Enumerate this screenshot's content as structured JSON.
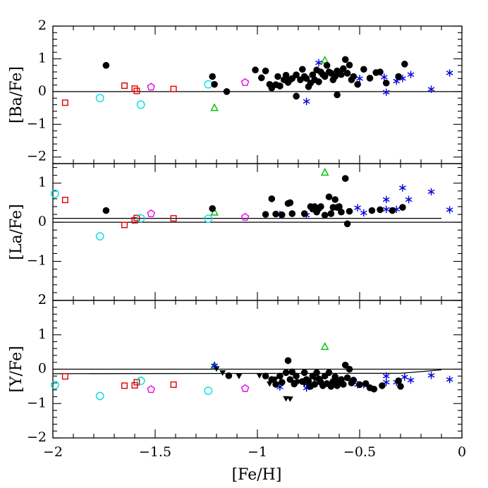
{
  "chart_data": [
    {
      "panel": "top",
      "type": "scatter",
      "ylabel": "[Ba/Fe]",
      "xlim": [
        -2,
        0
      ],
      "ylim": [
        -2.2,
        2
      ],
      "yticks": [
        -2,
        -1,
        0,
        1,
        2
      ],
      "yticklabels": [
        "−2",
        "−1",
        "0",
        "1",
        "2"
      ],
      "reference_lines": [
        {
          "points": [
            [
              -2,
              0
            ],
            [
              0,
              0
            ]
          ]
        }
      ],
      "series": [
        {
          "marker": "open-square",
          "color": "#dd0000",
          "points": [
            [
              -1.94,
              -0.34
            ],
            [
              -1.65,
              0.18
            ],
            [
              -1.6,
              0.09
            ],
            [
              -1.59,
              0.02
            ],
            [
              -1.41,
              0.08
            ]
          ]
        },
        {
          "marker": "open-circle",
          "color": "#00e0e0",
          "points": [
            [
              -1.77,
              -0.2
            ],
            [
              -1.57,
              -0.4
            ],
            [
              -1.24,
              0.22
            ]
          ]
        },
        {
          "marker": "open-pentagon",
          "color": "#ee00ee",
          "points": [
            [
              -1.52,
              0.14
            ],
            [
              -1.06,
              0.28
            ]
          ]
        },
        {
          "marker": "open-triangle",
          "color": "#00bb00",
          "points": [
            [
              -1.21,
              -0.5
            ],
            [
              -0.67,
              0.95
            ]
          ]
        },
        {
          "marker": "asterisk",
          "color": "#0000dd",
          "points": [
            [
              -0.89,
              0.17
            ],
            [
              -0.76,
              -0.3
            ],
            [
              -0.7,
              0.88
            ],
            [
              -0.5,
              0.4
            ],
            [
              -0.38,
              0.44
            ],
            [
              -0.37,
              -0.02
            ],
            [
              -0.32,
              0.32
            ],
            [
              -0.29,
              0.4
            ],
            [
              -0.25,
              0.52
            ],
            [
              -0.15,
              0.07
            ],
            [
              -0.06,
              0.57
            ]
          ]
        },
        {
          "marker": "filled-circle",
          "color": "#000000",
          "points": [
            [
              -1.74,
              0.8
            ],
            [
              -1.22,
              0.46
            ],
            [
              -1.21,
              0.22
            ],
            [
              -1.15,
              0.0
            ],
            [
              -1.01,
              0.66
            ],
            [
              -0.98,
              0.42
            ],
            [
              -0.96,
              0.63
            ],
            [
              -0.94,
              0.22
            ],
            [
              -0.93,
              0.11
            ],
            [
              -0.91,
              0.21
            ],
            [
              -0.9,
              0.46
            ],
            [
              -0.89,
              0.17
            ],
            [
              -0.87,
              0.36
            ],
            [
              -0.86,
              0.5
            ],
            [
              -0.85,
              0.28
            ],
            [
              -0.84,
              0.36
            ],
            [
              -0.83,
              0.4
            ],
            [
              -0.81,
              0.51
            ],
            [
              -0.79,
              0.36
            ],
            [
              -0.78,
              0.68
            ],
            [
              -0.77,
              0.46
            ],
            [
              -0.76,
              0.4
            ],
            [
              -0.75,
              0.15
            ],
            [
              -0.74,
              0.26
            ],
            [
              -0.73,
              0.51
            ],
            [
              -0.72,
              0.36
            ],
            [
              -0.71,
              0.66
            ],
            [
              -0.7,
              0.3
            ],
            [
              -0.69,
              0.6
            ],
            [
              -0.68,
              0.52
            ],
            [
              -0.67,
              0.46
            ],
            [
              -0.66,
              0.8
            ],
            [
              -0.65,
              0.6
            ],
            [
              -0.64,
              0.56
            ],
            [
              -0.63,
              0.36
            ],
            [
              -0.62,
              0.46
            ],
            [
              -0.61,
              0.63
            ],
            [
              -0.6,
              0.58
            ],
            [
              -0.59,
              0.52
            ],
            [
              -0.58,
              0.7
            ],
            [
              -0.57,
              0.98
            ],
            [
              -0.56,
              0.56
            ],
            [
              -0.55,
              0.81
            ],
            [
              -0.54,
              0.36
            ],
            [
              -0.53,
              0.46
            ],
            [
              -0.51,
              0.22
            ],
            [
              -0.48,
              0.68
            ],
            [
              -0.45,
              0.41
            ],
            [
              -0.42,
              0.58
            ],
            [
              -0.4,
              0.6
            ],
            [
              -0.37,
              0.26
            ],
            [
              -0.31,
              0.46
            ],
            [
              -0.28,
              0.84
            ],
            [
              -0.81,
              -0.14
            ],
            [
              -0.61,
              -0.1
            ]
          ]
        }
      ]
    },
    {
      "panel": "middle",
      "type": "scatter",
      "ylabel": "[La/Fe]",
      "xlim": [
        -2,
        0
      ],
      "ylim": [
        -2,
        1.5
      ],
      "yticks": [
        -2,
        -1,
        0,
        1
      ],
      "yticklabels": [
        "2",
        "−1",
        "0",
        "1"
      ],
      "reference_lines": [
        {
          "points": [
            [
              -2,
              0.1
            ],
            [
              -0.1,
              0.1
            ]
          ]
        },
        {
          "points": [
            [
              -2,
              0.0
            ],
            [
              0,
              0.0
            ]
          ]
        }
      ],
      "series": [
        {
          "marker": "open-square",
          "color": "#dd0000",
          "points": [
            [
              -1.94,
              0.57
            ],
            [
              -1.65,
              -0.07
            ],
            [
              -1.6,
              0.05
            ],
            [
              -1.59,
              0.11
            ],
            [
              -1.41,
              0.1
            ]
          ]
        },
        {
          "marker": "open-circle",
          "color": "#00e0e0",
          "points": [
            [
              -1.99,
              0.73
            ],
            [
              -1.77,
              -0.36
            ],
            [
              -1.57,
              0.1
            ],
            [
              -1.24,
              0.09
            ]
          ]
        },
        {
          "marker": "open-pentagon",
          "color": "#ee00ee",
          "points": [
            [
              -1.52,
              0.22
            ],
            [
              -1.06,
              0.13
            ]
          ]
        },
        {
          "marker": "open-triangle",
          "color": "#00bb00",
          "points": [
            [
              -1.21,
              0.25
            ],
            [
              -0.67,
              1.27
            ]
          ]
        },
        {
          "marker": "asterisk",
          "color": "#0000dd",
          "points": [
            [
              -0.89,
              0.2
            ],
            [
              -0.76,
              0.18
            ],
            [
              -0.51,
              0.37
            ],
            [
              -0.48,
              0.24
            ],
            [
              -0.37,
              0.58
            ],
            [
              -0.37,
              0.33
            ],
            [
              -0.32,
              0.33
            ],
            [
              -0.29,
              0.88
            ],
            [
              -0.26,
              0.58
            ],
            [
              -0.15,
              0.78
            ],
            [
              -0.06,
              0.32
            ]
          ]
        },
        {
          "marker": "filled-circle",
          "color": "#000000",
          "points": [
            [
              -1.74,
              0.3
            ],
            [
              -1.22,
              0.35
            ],
            [
              -0.96,
              0.2
            ],
            [
              -0.93,
              0.6
            ],
            [
              -0.91,
              0.21
            ],
            [
              -0.88,
              0.19
            ],
            [
              -0.85,
              0.48
            ],
            [
              -0.84,
              0.5
            ],
            [
              -0.83,
              0.22
            ],
            [
              -0.77,
              0.22
            ],
            [
              -0.74,
              0.4
            ],
            [
              -0.73,
              0.34
            ],
            [
              -0.72,
              0.4
            ],
            [
              -0.71,
              0.26
            ],
            [
              -0.7,
              0.35
            ],
            [
              -0.69,
              0.4
            ],
            [
              -0.67,
              0.18
            ],
            [
              -0.65,
              0.65
            ],
            [
              -0.64,
              0.22
            ],
            [
              -0.63,
              0.38
            ],
            [
              -0.62,
              0.58
            ],
            [
              -0.61,
              0.38
            ],
            [
              -0.6,
              0.4
            ],
            [
              -0.59,
              0.26
            ],
            [
              -0.57,
              1.12
            ],
            [
              -0.56,
              -0.04
            ],
            [
              -0.55,
              0.28
            ],
            [
              -0.44,
              0.3
            ],
            [
              -0.4,
              0.32
            ],
            [
              -0.34,
              0.3
            ],
            [
              -0.29,
              0.38
            ]
          ]
        }
      ]
    },
    {
      "panel": "bottom",
      "type": "scatter",
      "ylabel": "[Y/Fe]",
      "xlabel": "[Fe/H]",
      "xlim": [
        -2,
        0
      ],
      "ylim": [
        -2,
        2
      ],
      "xticks": [
        -2,
        -1.5,
        -1,
        -0.5,
        0
      ],
      "xticklabels": [
        "−2",
        "−1.5",
        "−1",
        "−0.5",
        "0"
      ],
      "yticks": [
        -2,
        -1,
        0,
        1,
        2
      ],
      "yticklabels": [
        "−2",
        "−1",
        "0",
        "1",
        "2"
      ],
      "reference_lines": [
        {
          "points": [
            [
              -2,
              0.0
            ],
            [
              0,
              0.0
            ]
          ]
        },
        {
          "points": [
            [
              -2,
              -0.13
            ],
            [
              -0.3,
              -0.12
            ],
            [
              -0.1,
              -0.02
            ]
          ]
        }
      ],
      "series": [
        {
          "marker": "open-square",
          "color": "#dd0000",
          "points": [
            [
              -1.94,
              -0.21
            ],
            [
              -1.65,
              -0.48
            ],
            [
              -1.6,
              -0.47
            ],
            [
              -1.59,
              -0.38
            ],
            [
              -1.41,
              -0.45
            ]
          ]
        },
        {
          "marker": "open-circle",
          "color": "#00e0e0",
          "points": [
            [
              -1.99,
              -0.46
            ],
            [
              -1.77,
              -0.78
            ],
            [
              -1.57,
              -0.34
            ],
            [
              -1.24,
              -0.63
            ]
          ]
        },
        {
          "marker": "open-pentagon",
          "color": "#ee00ee",
          "points": [
            [
              -1.52,
              -0.59
            ],
            [
              -1.06,
              -0.56
            ]
          ]
        },
        {
          "marker": "open-triangle",
          "color": "#00bb00",
          "points": [
            [
              -1.21,
              0.1
            ],
            [
              -0.67,
              0.65
            ]
          ]
        },
        {
          "marker": "filled-triangle-down",
          "color": "#000000",
          "points": [
            [
              -1.2,
              0.02
            ],
            [
              -1.17,
              -0.1
            ],
            [
              -1.09,
              -0.2
            ],
            [
              -0.99,
              -0.18
            ],
            [
              -0.94,
              -0.42
            ],
            [
              -0.91,
              -0.28
            ],
            [
              -0.88,
              -0.41
            ],
            [
              -0.86,
              -0.85
            ],
            [
              -0.84,
              -0.86
            ],
            [
              -0.82,
              -0.38
            ],
            [
              -0.8,
              -0.36
            ],
            [
              -0.77,
              -0.42
            ],
            [
              -0.75,
              -0.5
            ],
            [
              -0.72,
              -0.28
            ],
            [
              -0.69,
              -0.3
            ]
          ]
        },
        {
          "marker": "asterisk",
          "color": "#0000dd",
          "points": [
            [
              -1.21,
              0.1
            ],
            [
              -0.89,
              -0.52
            ],
            [
              -0.76,
              -0.55
            ],
            [
              -0.51,
              -0.45
            ],
            [
              -0.48,
              -0.45
            ],
            [
              -0.37,
              -0.2
            ],
            [
              -0.37,
              -0.38
            ],
            [
              -0.32,
              -0.38
            ],
            [
              -0.28,
              -0.23
            ],
            [
              -0.25,
              -0.32
            ],
            [
              -0.15,
              -0.18
            ],
            [
              -0.06,
              -0.3
            ]
          ]
        },
        {
          "marker": "filled-circle",
          "color": "#000000",
          "points": [
            [
              -1.14,
              -0.19
            ],
            [
              -0.96,
              -0.2
            ],
            [
              -0.93,
              -0.3
            ],
            [
              -0.91,
              -0.44
            ],
            [
              -0.89,
              -0.2
            ],
            [
              -0.88,
              -0.38
            ],
            [
              -0.86,
              -0.1
            ],
            [
              -0.85,
              0.25
            ],
            [
              -0.84,
              -0.3
            ],
            [
              -0.83,
              -0.08
            ],
            [
              -0.82,
              -0.43
            ],
            [
              -0.81,
              -0.2
            ],
            [
              -0.78,
              -0.36
            ],
            [
              -0.77,
              -0.1
            ],
            [
              -0.76,
              -0.3
            ],
            [
              -0.75,
              -0.35
            ],
            [
              -0.74,
              -0.5
            ],
            [
              -0.73,
              -0.2
            ],
            [
              -0.72,
              -0.44
            ],
            [
              -0.71,
              -0.1
            ],
            [
              -0.7,
              -0.28
            ],
            [
              -0.69,
              -0.38
            ],
            [
              -0.68,
              -0.48
            ],
            [
              -0.67,
              -0.2
            ],
            [
              -0.66,
              -0.42
            ],
            [
              -0.65,
              -0.1
            ],
            [
              -0.64,
              -0.5
            ],
            [
              -0.63,
              -0.36
            ],
            [
              -0.62,
              -0.22
            ],
            [
              -0.61,
              -0.48
            ],
            [
              -0.6,
              -0.34
            ],
            [
              -0.59,
              -0.3
            ],
            [
              -0.58,
              -0.44
            ],
            [
              -0.57,
              0.12
            ],
            [
              -0.56,
              -0.25
            ],
            [
              -0.55,
              0.0
            ],
            [
              -0.54,
              -0.4
            ],
            [
              -0.53,
              -0.32
            ],
            [
              -0.5,
              -0.45
            ],
            [
              -0.47,
              -0.42
            ],
            [
              -0.45,
              -0.54
            ],
            [
              -0.43,
              -0.58
            ],
            [
              -0.39,
              -0.48
            ],
            [
              -0.31,
              -0.34
            ],
            [
              -0.3,
              -0.5
            ]
          ]
        }
      ]
    }
  ]
}
